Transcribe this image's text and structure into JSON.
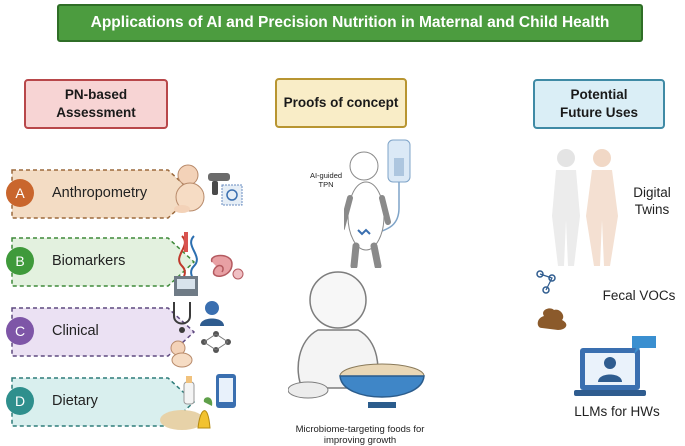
{
  "title": "Applications of AI and Precision Nutrition in Maternal and Child Health",
  "columns": {
    "assessment": "PN-based Assessment",
    "proofs": "Proofs of concept",
    "future": "Potential Future Uses"
  },
  "assessment_items": [
    {
      "letter": "A",
      "label": "Anthropometry",
      "color": "#c9662d",
      "fill": "#f3dcc4",
      "stroke": "#9c6a3d"
    },
    {
      "letter": "B",
      "label": "Biomarkers",
      "color": "#3f9a3b",
      "fill": "#e3f1df",
      "stroke": "#3f8a3a"
    },
    {
      "letter": "C",
      "label": "Clinical",
      "color": "#7e56a7",
      "fill": "#ebe1f3",
      "stroke": "#5f4a80"
    },
    {
      "letter": "D",
      "label": "Dietary",
      "color": "#2f8f8d",
      "fill": "#d9efee",
      "stroke": "#2f7d7a"
    }
  ],
  "proofs": {
    "tpn_caption": "AI-guided TPN",
    "food_caption": "Microbiome-targeting foods for improving growth"
  },
  "future": {
    "digital_twins": "Digital Twins",
    "fecal_vocs": "Fecal VOCs",
    "llms": "LLMs for HWs"
  }
}
